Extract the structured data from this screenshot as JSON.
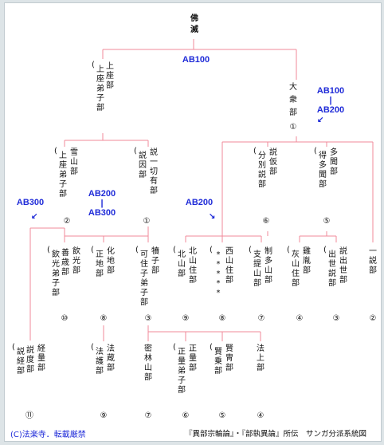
{
  "colors": {
    "line": "#f08a9a",
    "tag": "#1f2bd8",
    "text": "#111111",
    "copyright": "#1f2bd8"
  },
  "root": {
    "c1": "佛",
    "c2": "滅"
  },
  "top_branches": [
    {
      "text": "上座部",
      "subtext": "上座弟子部",
      "num": ""
    },
    {
      "text": "大衆部",
      "num": "①"
    }
  ],
  "tags": [
    {
      "lines": [
        "AB100"
      ]
    },
    {
      "lines": [
        "AB100",
        "|",
        "AB200"
      ]
    },
    {
      "lines": [
        "AB200",
        "|",
        "AB300"
      ]
    },
    {
      "lines": [
        "AB300"
      ]
    },
    {
      "lines": [
        "AB200"
      ]
    }
  ],
  "level2": [
    {
      "cols": [
        "雪山部",
        "上座弟子部"
      ],
      "num": "②"
    },
    {
      "cols": [
        "説一切有部",
        "説因部"
      ],
      "num": "①"
    },
    {
      "cols": [
        "説仮部",
        "分別説部"
      ],
      "num": "⑥"
    },
    {
      "cols": [
        "多聞部",
        "得多聞部"
      ],
      "num": "⑤"
    }
  ],
  "level3": [
    {
      "cols": [
        "飲光部",
        "善歳部",
        "飲光弟子部"
      ],
      "num": "⑩"
    },
    {
      "cols": [
        "化地部",
        "正地部"
      ],
      "num": "⑧"
    },
    {
      "cols": [
        "犢子部",
        "可住子弟子部"
      ],
      "num": "③"
    },
    {
      "cols": [
        "北山住部",
        "北山部"
      ],
      "num": "⑨"
    },
    {
      "cols": [
        "西山住部",
        "*****"
      ],
      "num": "⑧"
    },
    {
      "cols": [
        "制多山部",
        "支提山部"
      ],
      "num": "⑦"
    },
    {
      "cols": [
        "雞胤部",
        "灰山住部"
      ],
      "num": "④"
    },
    {
      "cols": [
        "説出世部",
        "出世説部"
      ],
      "num": "③"
    },
    {
      "cols": [
        "一説部"
      ],
      "num": "②"
    }
  ],
  "level4": [
    {
      "cols": [
        "経量部",
        "説度部",
        "説経部"
      ],
      "num": "⑪"
    },
    {
      "cols": [
        "法蔵部",
        "法護部"
      ],
      "num": "⑨"
    },
    {
      "cols": [
        "密林山部"
      ],
      "num": "⑦"
    },
    {
      "cols": [
        "正量部",
        "正量弟子部"
      ],
      "num": "⑥"
    },
    {
      "cols": [
        "賢冑部",
        "賢乗部"
      ],
      "num": "⑤"
    },
    {
      "cols": [
        "法上部"
      ],
      "num": "④"
    }
  ],
  "footer": {
    "copyright": "(C)法楽寺．転載厳禁",
    "source": "『異部宗輪論』・『部執異論』所伝　サンガ分派系統図"
  }
}
